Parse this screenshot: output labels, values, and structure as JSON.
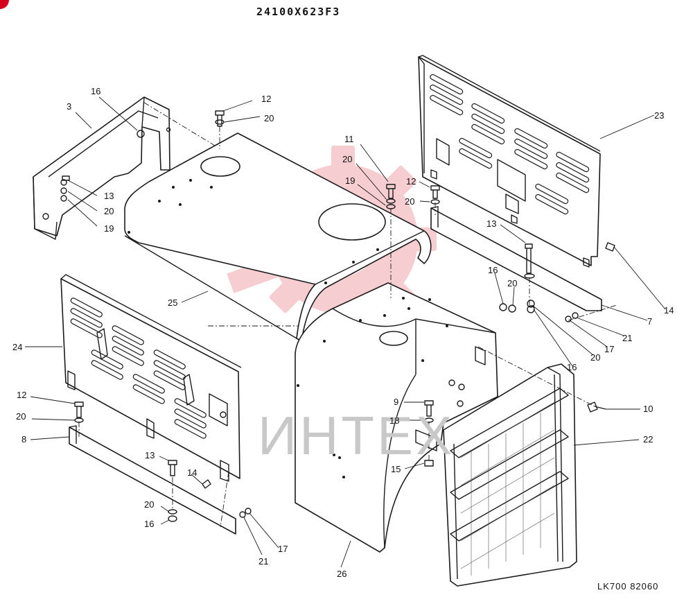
{
  "title": "24100X623F3",
  "code": "LK700 82060",
  "watermark": "ИНТЕХ",
  "colors": {
    "watermark_logo": "#f6c8cc",
    "watermark_text": "#c8c8c8",
    "badge": "#d6001c",
    "line": "#1a1a1a"
  },
  "callouts": [
    {
      "id": "c-3",
      "text": "3"
    },
    {
      "id": "c-16a",
      "text": "16"
    },
    {
      "id": "c-13a",
      "text": "13"
    },
    {
      "id": "c-20a",
      "text": "20"
    },
    {
      "id": "c-19a",
      "text": "19"
    },
    {
      "id": "c-12a",
      "text": "12"
    },
    {
      "id": "c-20b",
      "text": "20"
    },
    {
      "id": "c-25",
      "text": "25"
    },
    {
      "id": "c-11",
      "text": "11"
    },
    {
      "id": "c-20c",
      "text": "20"
    },
    {
      "id": "c-19b",
      "text": "19"
    },
    {
      "id": "c-12b",
      "text": "12"
    },
    {
      "id": "c-20d",
      "text": "20"
    },
    {
      "id": "c-13b",
      "text": "13"
    },
    {
      "id": "c-23",
      "text": "23"
    },
    {
      "id": "c-14a",
      "text": "14"
    },
    {
      "id": "c-7",
      "text": "7"
    },
    {
      "id": "c-21a",
      "text": "21"
    },
    {
      "id": "c-17a",
      "text": "17"
    },
    {
      "id": "c-20e",
      "text": "20"
    },
    {
      "id": "c-16b",
      "text": "16"
    },
    {
      "id": "c-16c",
      "text": "16"
    },
    {
      "id": "c-20f",
      "text": "20"
    },
    {
      "id": "c-24",
      "text": "24"
    },
    {
      "id": "c-12c",
      "text": "12"
    },
    {
      "id": "c-20g",
      "text": "20"
    },
    {
      "id": "c-8",
      "text": "8"
    },
    {
      "id": "c-13c",
      "text": "13"
    },
    {
      "id": "c-14b",
      "text": "14"
    },
    {
      "id": "c-20h",
      "text": "20"
    },
    {
      "id": "c-16d",
      "text": "16"
    },
    {
      "id": "c-21b",
      "text": "21"
    },
    {
      "id": "c-17b",
      "text": "17"
    },
    {
      "id": "c-26",
      "text": "26"
    },
    {
      "id": "c-9",
      "text": "9"
    },
    {
      "id": "c-18",
      "text": "18"
    },
    {
      "id": "c-15",
      "text": "15"
    },
    {
      "id": "c-10",
      "text": "10"
    },
    {
      "id": "c-22",
      "text": "22"
    }
  ]
}
